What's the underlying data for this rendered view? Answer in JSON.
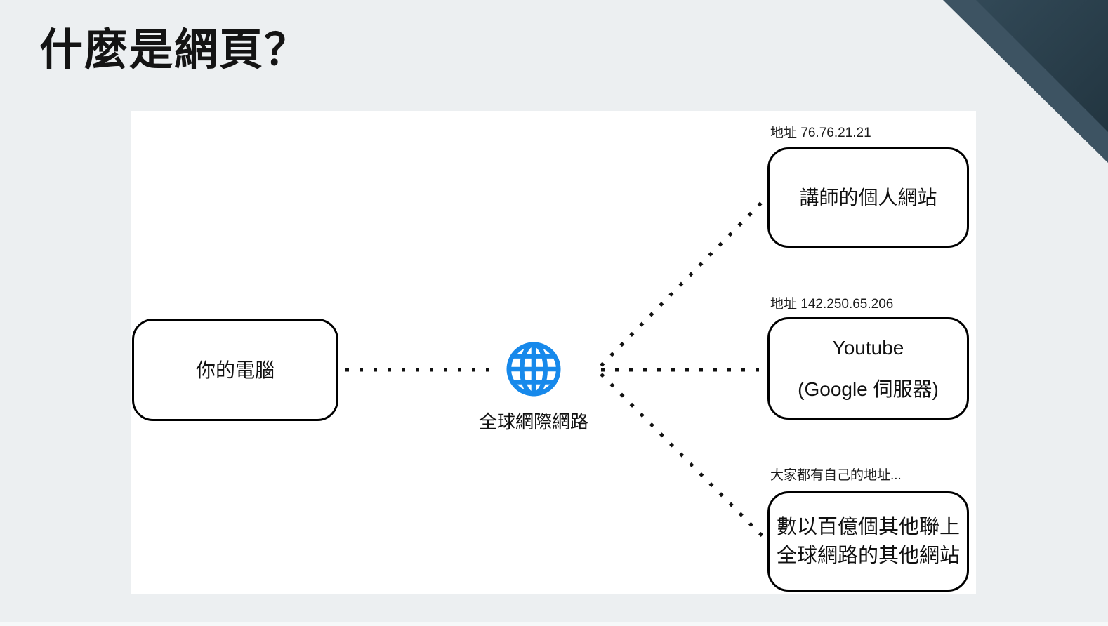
{
  "slide": {
    "title": "什麼是網頁？"
  },
  "diagram": {
    "client": {
      "label": "你的電腦"
    },
    "internet": {
      "label": "全球網際網路",
      "icon": "globe-with-meridians-icon",
      "icon_color": "#1789eb"
    },
    "servers": [
      {
        "address": "地址 76.76.21.21",
        "line1": "講師的個人網站",
        "line2": ""
      },
      {
        "address": "地址 142.250.65.206",
        "line1": "Youtube",
        "line2": "(Google 伺服器)"
      },
      {
        "address": "大家都有自己的地址...",
        "line1": "數以百億個其他聯上",
        "line2": "全球網路的其他網站"
      }
    ]
  },
  "theme": {
    "background": "#eceff1",
    "panel": "#ffffff",
    "corner_dark": "#263b47",
    "corner_band": "#3d5362",
    "connector_color": "#111111",
    "title_color": "#141414"
  }
}
